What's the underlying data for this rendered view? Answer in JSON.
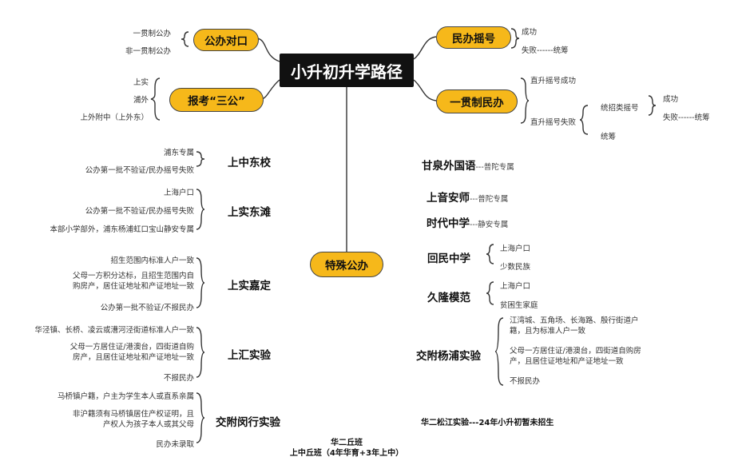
{
  "title": "小升初升学路径",
  "nodes": {
    "public_direct": {
      "label": "公办对口",
      "items": [
        "一贯制公办",
        "非一贯制公办"
      ]
    },
    "three_public": {
      "label": "报考“三公”",
      "items": [
        "上实",
        "浦外",
        "上外附中（上外东）"
      ]
    },
    "private_lottery": {
      "label": "民办摇号",
      "items": [
        "成功",
        "失败------统筹"
      ]
    },
    "through_private": {
      "label": "一贯制民办",
      "items": [
        "直升摇号成功",
        "直升摇号失败"
      ],
      "sub_label": "统招类摇号",
      "sub_alt": "统筹",
      "sub_items": [
        "成功",
        "失败------统筹"
      ]
    },
    "special_public": {
      "label": "特殊公办"
    }
  },
  "left_schools": [
    {
      "name": "上中东校",
      "notes": [
        "浦东专属",
        "公办第一批不验证/民办摇号失败"
      ]
    },
    {
      "name": "上实东滩",
      "notes": [
        "上海户口",
        "公办第一批不验证/民办摇号失败",
        "本部小学部外，浦东杨浦虹口宝山静安专属"
      ]
    },
    {
      "name": "上实嘉定",
      "notes": [
        "招生范围内标准人户一致",
        "父母一方积分达标，且招生范围内自购房产，居住证地址和产证地址一致",
        "公办第一批不验证/不报民办"
      ]
    },
    {
      "name": "上汇实验",
      "notes": [
        "华泾镇、长桥、凌云或漕河泾街道标准人户一致",
        "父母一方居住证/港澳台，四街道自购房产，且居住证地址和产证地址一致",
        "不报民办"
      ]
    },
    {
      "name": "交附闵行实验",
      "notes": [
        "马桥镇户籍，户主为学生本人或直系亲属",
        "非沪籍须有马桥镇居住产权证明，且产权人为孩子本人或其父母",
        "民办未录取"
      ]
    }
  ],
  "right_schools": [
    {
      "name": "甘泉外国语",
      "tag": "---普陀专属"
    },
    {
      "name": "上音安师",
      "tag": "---普陀专属"
    },
    {
      "name": "时代中学",
      "tag": "---静安专属"
    },
    {
      "name": "回民中学",
      "notes": [
        "上海户口",
        "少数民族"
      ]
    },
    {
      "name": "久隆模范",
      "notes": [
        "上海户口",
        "贫困生家庭"
      ]
    },
    {
      "name": "交附杨浦实验",
      "notes": [
        "江湾城、五角场、长海路、殷行街道户籍，且为标准人户一致",
        "父母一方居住证/港澳台，四街道自购房产，且居住证地址和产证地址一致",
        "不报民办"
      ]
    }
  ],
  "footer": {
    "huaer_songjiang": "华二松江实验---24年小升初暂未招生",
    "huaer_qiuban": "华二丘班",
    "shangzhong_qiuban": "上中丘班（4年华育+3年上中）"
  }
}
